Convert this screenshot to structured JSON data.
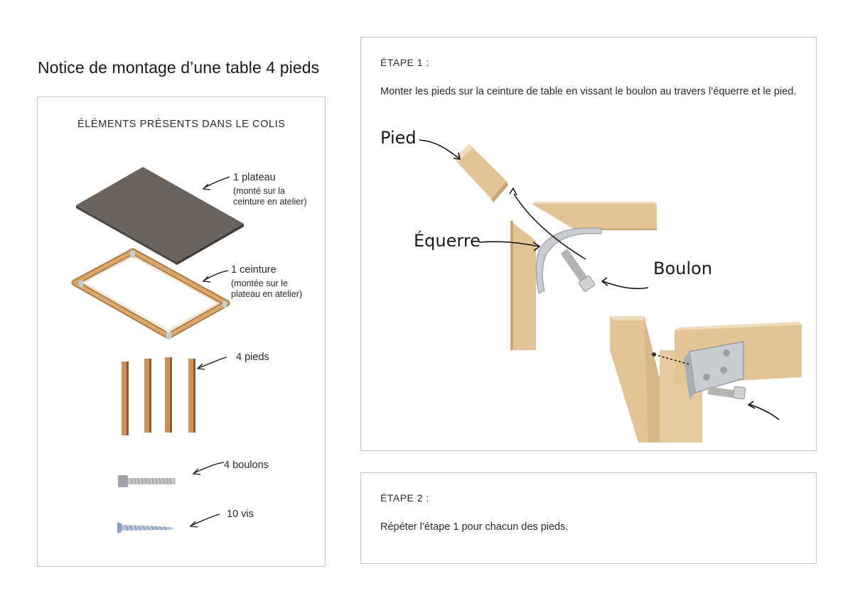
{
  "page": {
    "title": "Notice de montage d’une table 4 pieds"
  },
  "contents": {
    "heading": "ÉLÉMENTS PRÉSENTS DANS LE COLIS",
    "items": [
      {
        "label": "1 plateau",
        "note_lines": [
          "(monté sur la",
          "ceinture en atelier)"
        ]
      },
      {
        "label": "1 ceinture",
        "note_lines": [
          "(montée sur le",
          "plateau en atelier)"
        ]
      },
      {
        "label": "4 pieds",
        "note_lines": []
      },
      {
        "label": "4 boulons",
        "note_lines": []
      },
      {
        "label": "10  vis",
        "note_lines": []
      }
    ]
  },
  "step1": {
    "title": "ÉTAPE 1 :",
    "description": "Monter les pieds sur la ceinture de table en vissant le boulon au travers l’équerre et le pied.",
    "callouts": {
      "pied": "Pied",
      "equerre": "Équerre",
      "boulon": "Boulon"
    }
  },
  "step2": {
    "title": "ÉTAPE 2 :",
    "description": "Répéter l’étape 1 pour chacun des pieds."
  },
  "colors": {
    "wood": "#e2c496",
    "wood_dark": "#c9a574",
    "tabletop": "#6b625b",
    "frame": "#c99660",
    "steel": "#b8bcc2",
    "border": "#c4c4c4"
  }
}
